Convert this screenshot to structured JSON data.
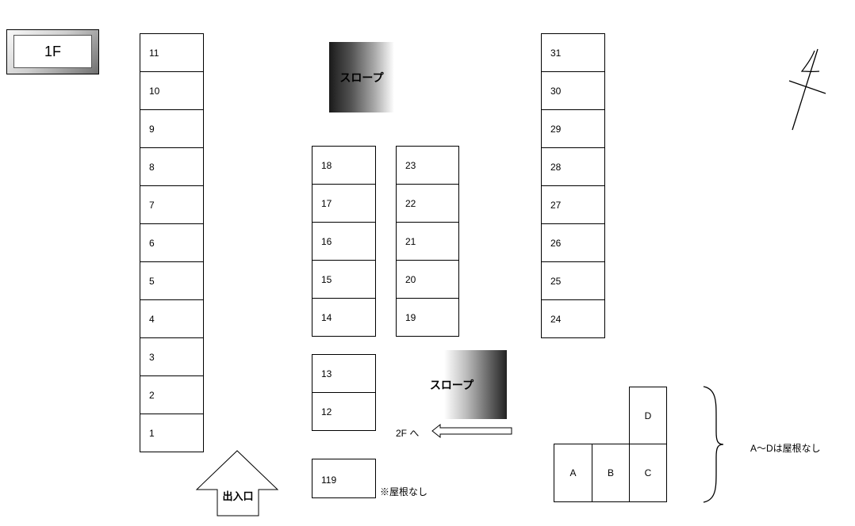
{
  "floor": {
    "label": "1F"
  },
  "left_column": [
    "11",
    "10",
    "9",
    "8",
    "7",
    "6",
    "5",
    "4",
    "3",
    "2",
    "1"
  ],
  "middle_left_column": [
    "18",
    "17",
    "16",
    "15",
    "14"
  ],
  "middle_right_column": [
    "23",
    "22",
    "21",
    "20",
    "19"
  ],
  "right_column": [
    "31",
    "30",
    "29",
    "28",
    "27",
    "26",
    "25",
    "24"
  ],
  "lower_block": [
    "13",
    "12"
  ],
  "stall_119": {
    "label": "119",
    "note": "※屋根なし"
  },
  "slopes": {
    "top": "スロープ",
    "bottom": "スロープ"
  },
  "to_2f": "2F へ",
  "entrance": "出入口",
  "open_area": {
    "bottom_row": [
      "A",
      "B",
      "C"
    ],
    "top": "D",
    "note": "A～Dは屋根なし"
  },
  "compass": {
    "north_mark": "north-arrow-icon"
  }
}
